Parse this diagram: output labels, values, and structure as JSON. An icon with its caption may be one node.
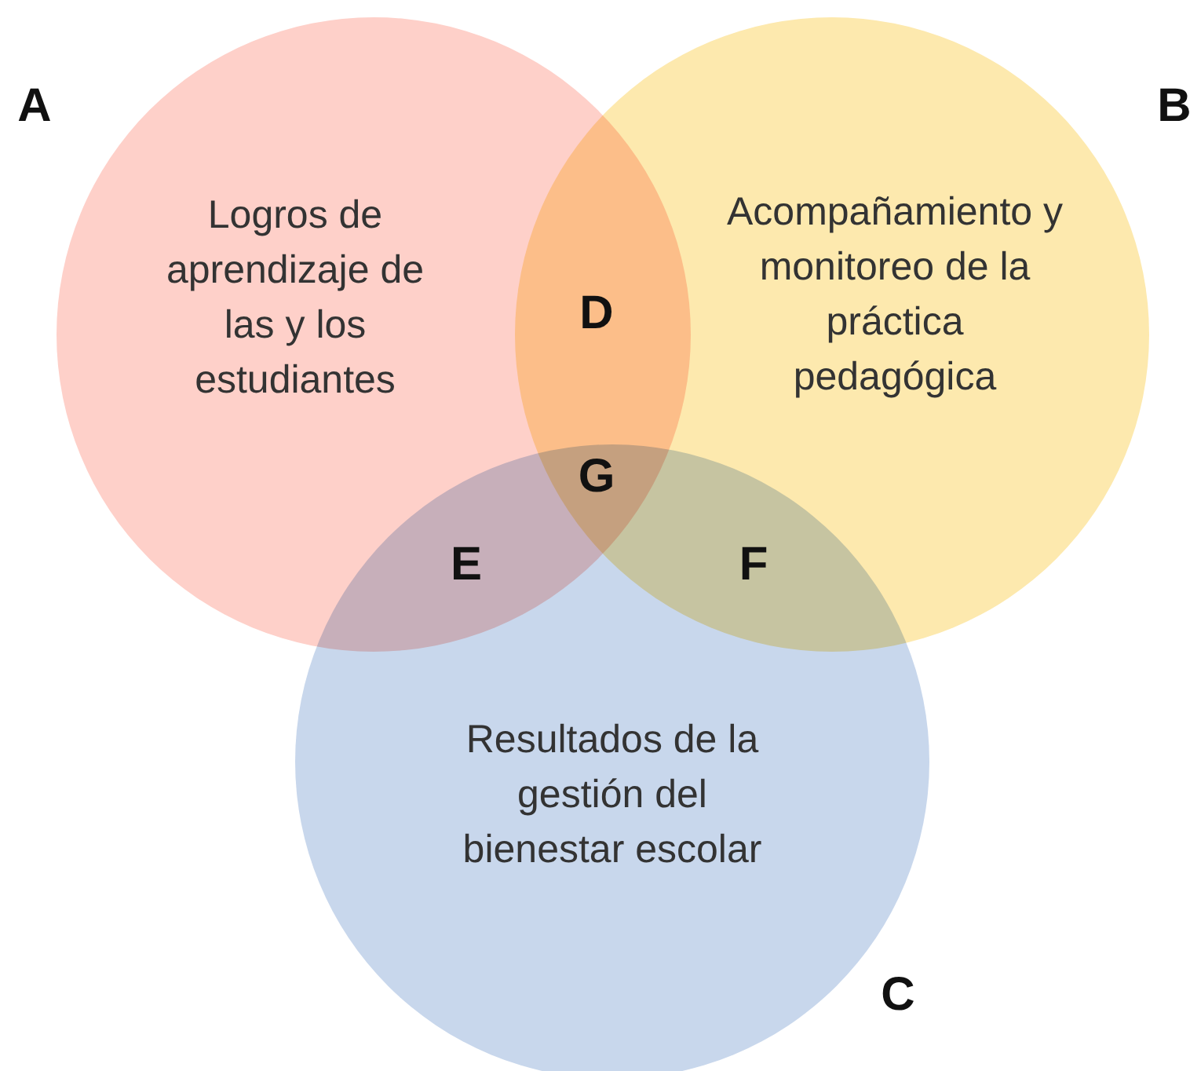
{
  "diagram": {
    "nodes": [
      {
        "text": [
          "Logros de aprendizaje de las y los estudiantes"
        ]
      },
      {
        "text": [
          "Acompañamiento y monitoreo de la práctica pedagógica"
        ]
      },
      {
        "text": [
          "Resultados de la gestión del bienestar escolar"
        ]
      }
    ],
    "labels": [
      "A",
      "B",
      "D",
      "G",
      "E",
      "F",
      "C"
    ]
  }
}
